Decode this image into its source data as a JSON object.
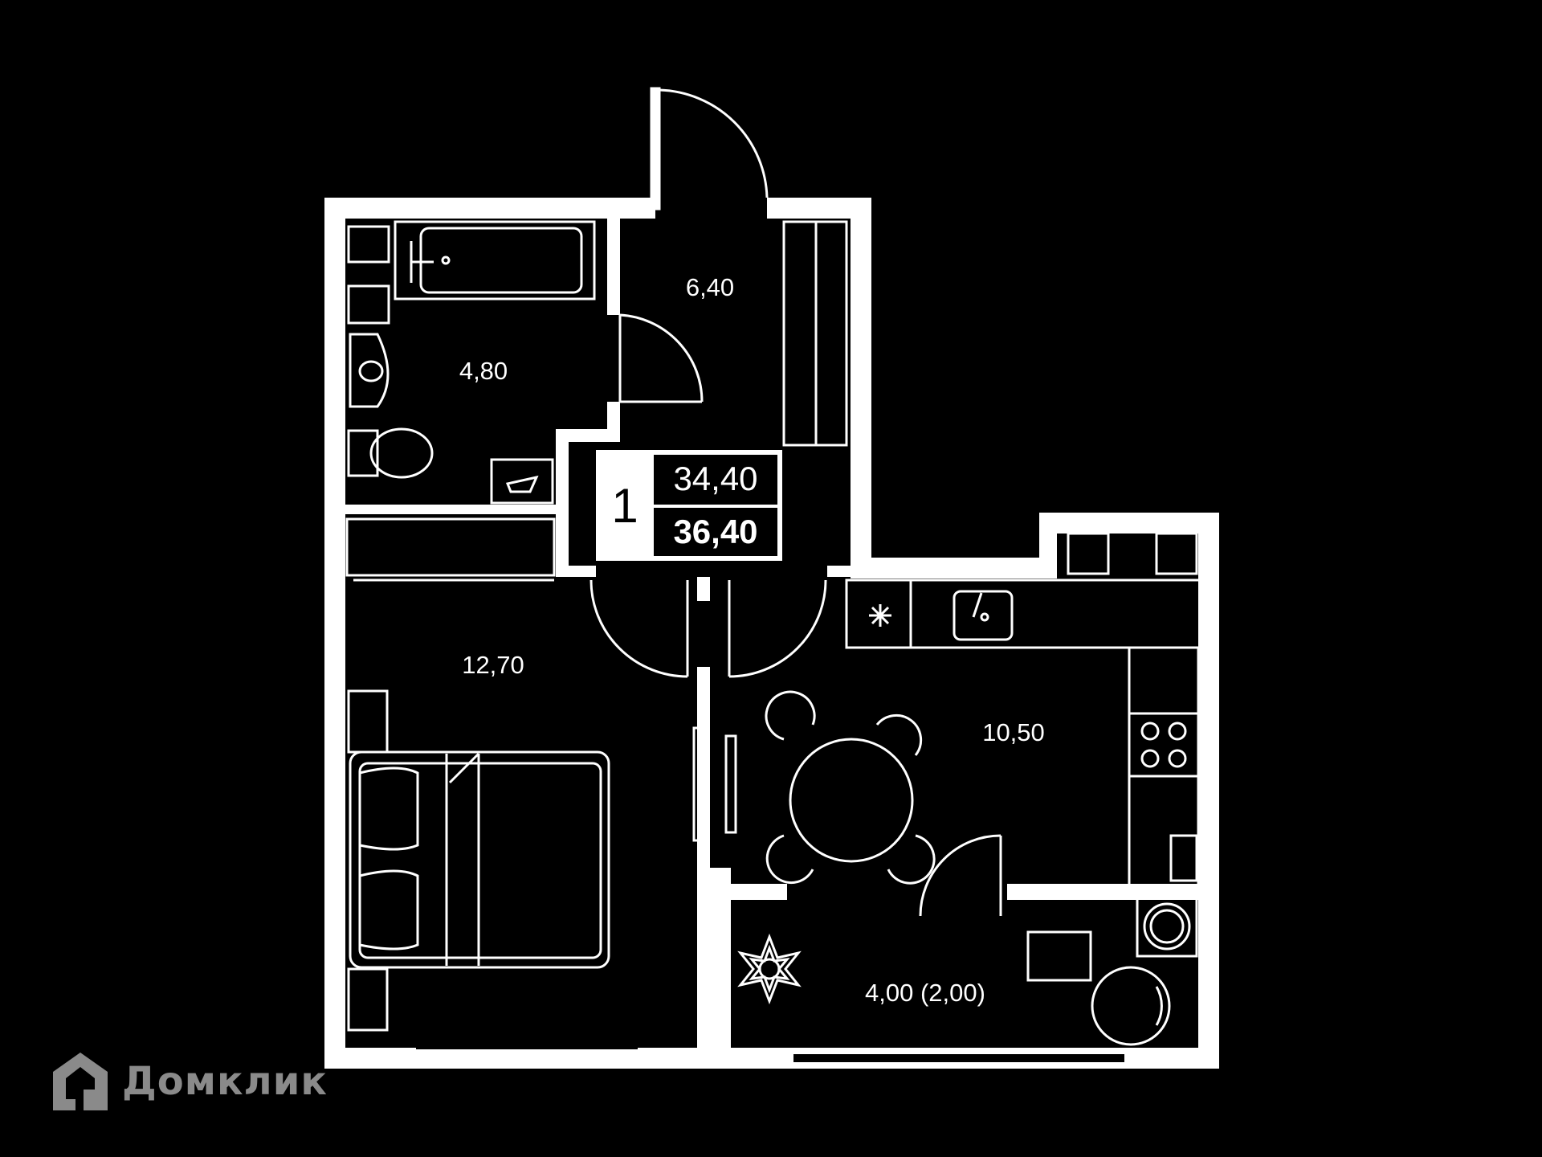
{
  "summary": {
    "rooms": "1",
    "living_area": "34,40",
    "total_area": "36,40"
  },
  "rooms": [
    {
      "id": "hall",
      "area": "6,40"
    },
    {
      "id": "bathroom",
      "area": "4,80"
    },
    {
      "id": "bedroom",
      "area": "12,70"
    },
    {
      "id": "kitchen",
      "area": "10,50"
    },
    {
      "id": "balcony",
      "area": "4,00 (2,00)"
    }
  ],
  "brand": {
    "name": "Домклик",
    "icon": "house-logo-icon"
  },
  "colors": {
    "background": "#000000",
    "lines": "#ffffff",
    "brand": "#8a8a8a"
  }
}
